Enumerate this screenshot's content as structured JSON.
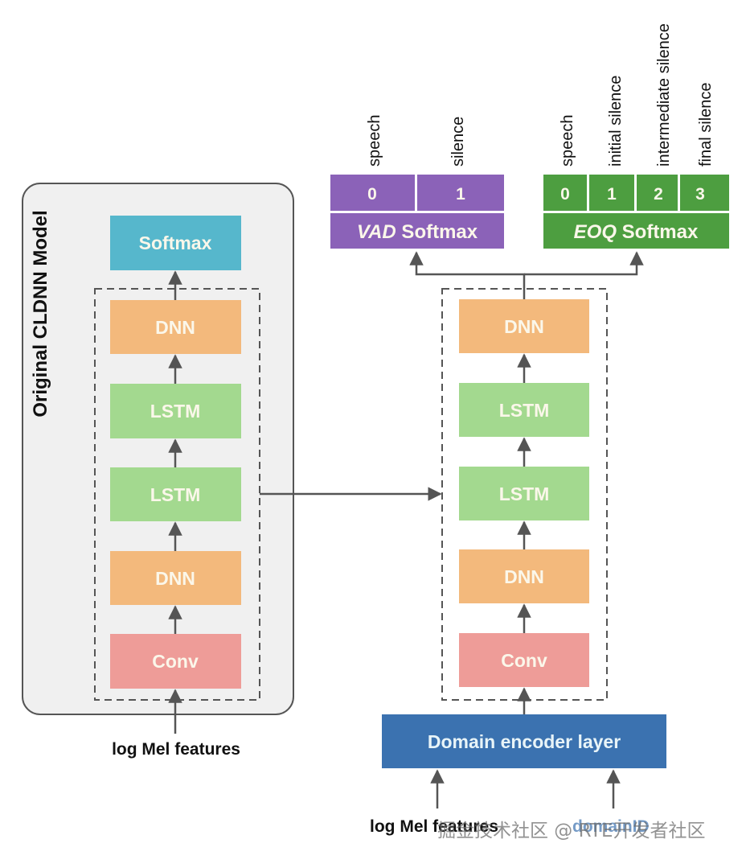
{
  "left_panel": {
    "title": "Original CLDNN Model",
    "softmax_label": "Softmax",
    "layers": [
      "DNN",
      "LSTM",
      "LSTM",
      "DNN",
      "Conv"
    ],
    "input_label": "log Mel features"
  },
  "right_model": {
    "layers": [
      "DNN",
      "LSTM",
      "LSTM",
      "DNN",
      "Conv"
    ],
    "encoder_label": "Domain encoder layer",
    "inputs": [
      "log Mel features",
      "domainID"
    ]
  },
  "vad_softmax": {
    "name_italic": "VAD",
    "name_suffix": " Softmax",
    "classes": [
      {
        "index": "0",
        "label": "speech"
      },
      {
        "index": "1",
        "label": "silence"
      }
    ]
  },
  "eoq_softmax": {
    "name_italic": "EOQ",
    "name_suffix": " Softmax",
    "classes": [
      {
        "index": "0",
        "label": "speech"
      },
      {
        "index": "1",
        "label": "initial silence"
      },
      {
        "index": "2",
        "label": "intermediate silence"
      },
      {
        "index": "3",
        "label": "final silence"
      }
    ]
  },
  "colors": {
    "softmax": "#56b7cc",
    "dnn": "#f3b97c",
    "lstm": "#a3d98f",
    "conv": "#ee9c98",
    "encoder": "#3b72b0",
    "vad": "#8b62b8",
    "eoq": "#4d9e40",
    "panel_bg": "#f0f0f0",
    "arrow": "#555555",
    "domain_id_text": "#3b72b0"
  },
  "watermark": "掘金技术社区 @ RTE开发者社区"
}
